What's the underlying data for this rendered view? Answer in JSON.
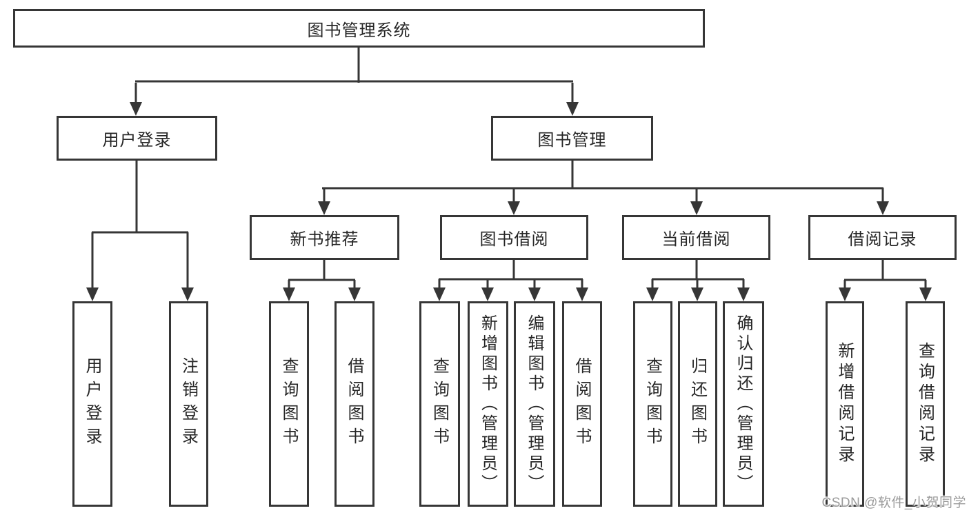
{
  "nodes": {
    "root": "图书管理系统",
    "user_login": "用户登录",
    "book_management": "图书管理",
    "new_book_recommend": "新书推荐",
    "book_borrow": "图书借阅",
    "current_borrow": "当前借阅",
    "borrow_records": "借阅记录"
  },
  "leaves": {
    "user_login": "用户登录",
    "logout": "注销登录",
    "nb_query_book": "查询图书",
    "nb_borrow_book": "借阅图书",
    "bb_query_book": "查询图书",
    "bb_add_book": "新增图书（管理员）",
    "bb_edit_book": "编辑图书（管理员）",
    "bb_borrow_book": "借阅图书",
    "cb_query_book": "查询图书",
    "cb_return_book": "归还图书",
    "cb_confirm_return": "确认归还（管理员）",
    "br_add_record": "新增借阅记录",
    "br_query_record": "查询借阅记录"
  },
  "watermark": {
    "text": "CSDN @软件_小贺同学"
  },
  "colors": {
    "line": "#363636",
    "box_text": "#262626",
    "watermark": "#9b9b9b",
    "background": "#ffffff"
  }
}
